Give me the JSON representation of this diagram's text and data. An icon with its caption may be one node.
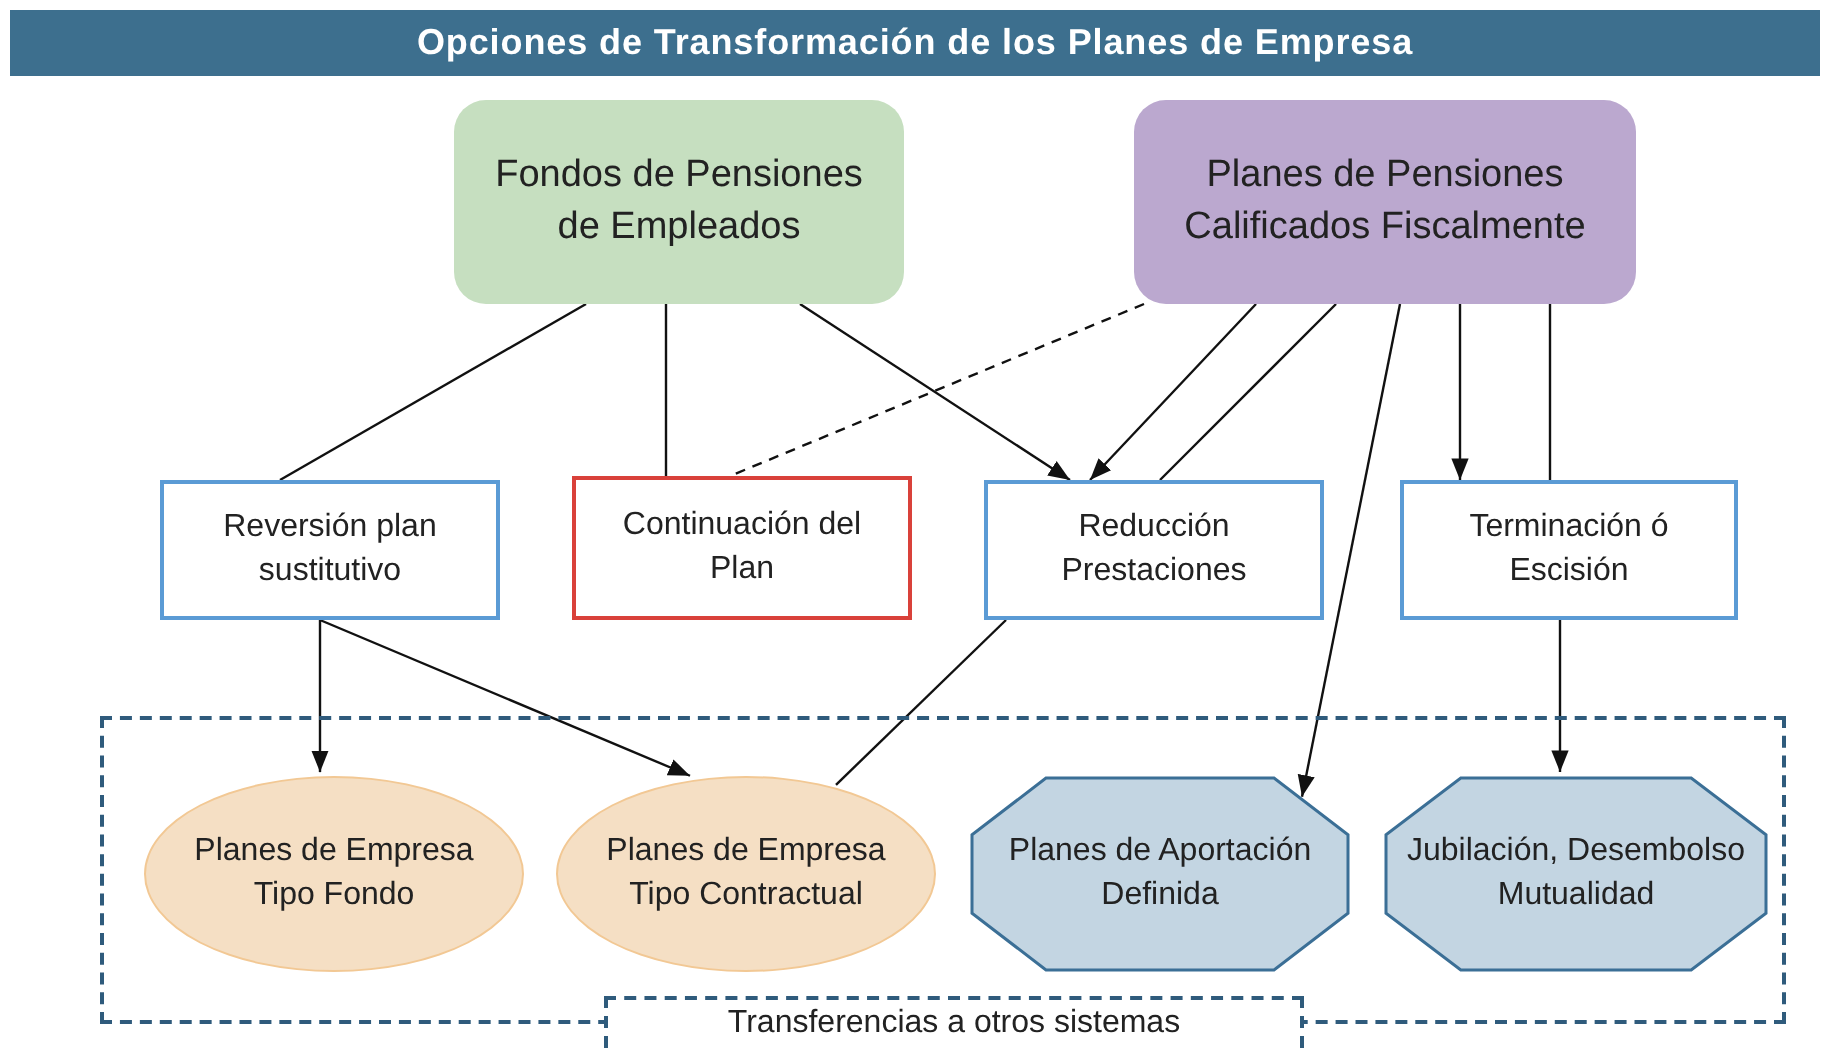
{
  "diagram": {
    "title": "Opciones de Transformación de los Planes de Empresa",
    "nodes": [
      {
        "text": [
          "Fondos de Pensiones de Empleados"
        ]
      },
      {
        "text": [
          "Planes de Pensiones Calificados Fiscalmente"
        ]
      },
      {
        "text": [
          "Reversión plan sustitutivo"
        ]
      },
      {
        "text": [
          "Continuación del Plan"
        ]
      },
      {
        "text": [
          "Reducción Prestaciones"
        ]
      },
      {
        "text": [
          "Terminación ó Escisión"
        ]
      },
      {
        "text": [
          "Transferencias a otros sistemas"
        ]
      },
      {
        "text": [
          "Planes de Empresa Tipo Fondo"
        ],
        "in": 6
      },
      {
        "text": [
          "Planes de Empresa Tipo Contractual"
        ],
        "in": 6
      },
      {
        "text": [
          "Planes de Aportación Definida"
        ],
        "in": 6
      },
      {
        "text": [
          "Jubilación, Desembolso Mutualidad"
        ],
        "in": 6
      }
    ],
    "edges": [
      {
        "from": 0,
        "to": 2,
        "arrow": "none"
      },
      {
        "from": 0,
        "to": 3,
        "arrow": "none"
      },
      {
        "from": 0,
        "to": 4,
        "arrow": "to"
      },
      {
        "from": 1,
        "to": 3,
        "arrow": "none",
        "style": "dashed"
      },
      {
        "from": 1,
        "to": 4,
        "arrow": "to"
      },
      {
        "from": 1,
        "to": 4,
        "arrow": "none"
      },
      {
        "from": 1,
        "to": 9,
        "arrow": "to"
      },
      {
        "from": 1,
        "to": 5,
        "arrow": "to"
      },
      {
        "from": 1,
        "to": 5,
        "arrow": "none"
      },
      {
        "from": 2,
        "to": 7,
        "arrow": "to"
      },
      {
        "from": 2,
        "to": 8,
        "arrow": "to"
      },
      {
        "from": 4,
        "to": 8,
        "arrow": "none"
      },
      {
        "from": 5,
        "to": 10,
        "arrow": "to"
      }
    ]
  }
}
